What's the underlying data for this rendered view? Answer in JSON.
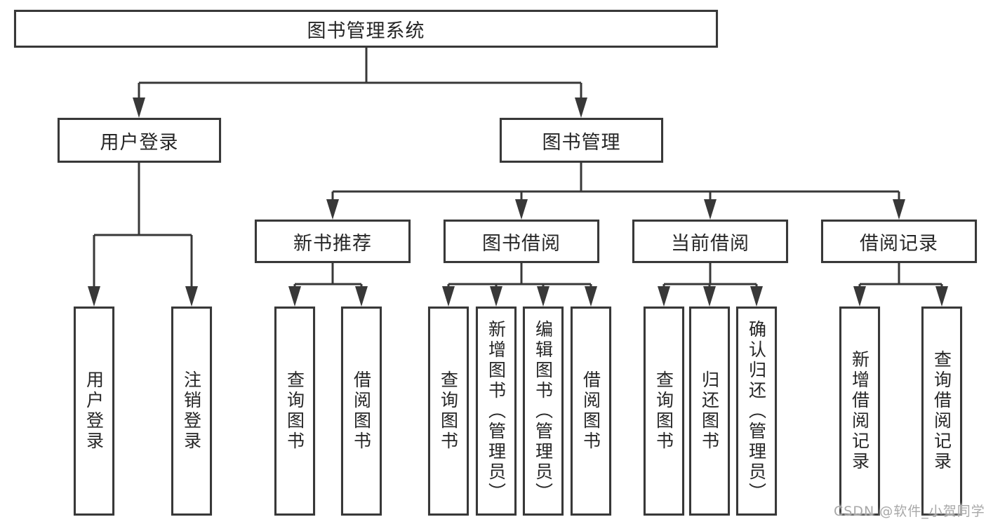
{
  "colors": {
    "line": "#383838",
    "box_border": "#383838",
    "text": "#262626",
    "watermark": "#a8a8a8",
    "background": "#ffffff"
  },
  "nodes": {
    "root": "图书管理系统",
    "level2": {
      "user_login": "用户登录",
      "book_mgmt": "图书管理"
    },
    "level3": {
      "new_book": "新书推荐",
      "borrow": "图书借阅",
      "current": "当前借阅",
      "records": "借阅记录"
    },
    "leaves": {
      "user_login": "用户登录",
      "logout": "注销登录",
      "nb_query": "查询图书",
      "nb_borrow": "借阅图书",
      "bb_query": "查询图书",
      "bb_add": "新增图书（管理员）",
      "bb_edit": "编辑图书（管理员）",
      "bb_borrow": "借阅图书",
      "cb_query": "查询图书",
      "cb_return": "归还图书",
      "cb_confirm": "确认归还（管理员）",
      "rec_add": "新增借阅记录",
      "rec_query": "查询借阅记录"
    }
  },
  "watermark": "CSDN @软件_小贺同学"
}
